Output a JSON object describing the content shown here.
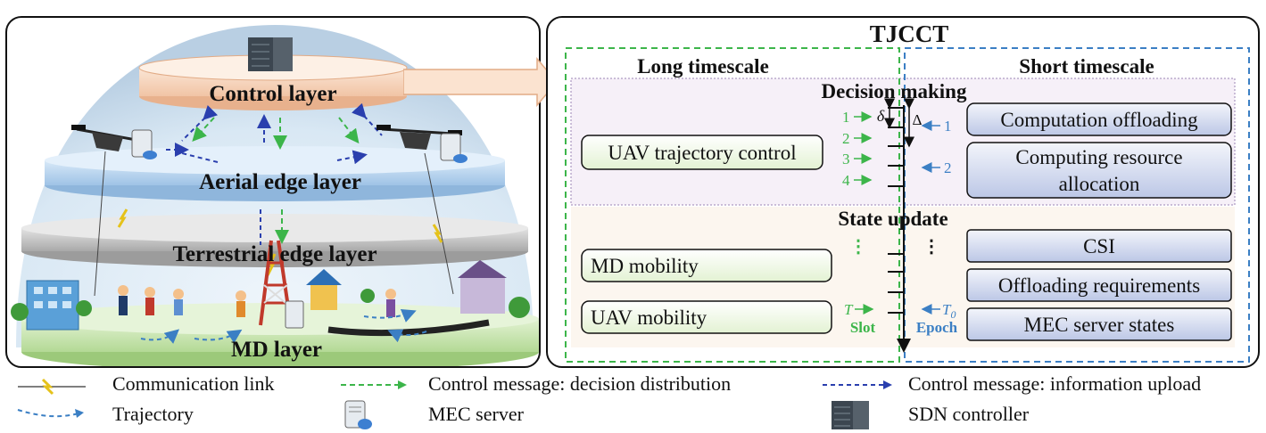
{
  "left": {
    "control_layer": "Control layer",
    "aerial_layer": "Aerial edge layer",
    "terrestrial_layer": "Terrestrial edge layer",
    "md_layer": "MD layer"
  },
  "right": {
    "title": "TJCCT",
    "long_timescale": "Long timescale",
    "short_timescale": "Short timescale",
    "decision_making": "Decision making",
    "state_update": "State update",
    "uav_trajectory_control": "UAV trajectory control",
    "md_mobility": "MD mobility",
    "uav_mobility": "UAV mobility",
    "computation_offloading": "Computation offloading",
    "computing_resource_allocation_l1": "Computing resource",
    "computing_resource_allocation_l2": "allocation",
    "csi": "CSI",
    "offloading_requirements": "Offloading requirements",
    "mec_server_states": "MEC server states",
    "slot_numbers": [
      "1",
      "2",
      "3",
      "4"
    ],
    "epoch_numbers": [
      "1",
      "2"
    ],
    "delta_small": "δ",
    "delta_big": "Δ",
    "t_label": "T",
    "t0_label": "T",
    "t0_sub": "0",
    "slot_label": "Slot",
    "epoch_label": "Epoch",
    "vertical_dots": "⋮"
  },
  "legend": {
    "communication_link": "Communication link",
    "control_decision": "Control message: decision distribution",
    "control_upload": "Control message: information upload",
    "trajectory": "Trajectory",
    "mec_server": "MEC server",
    "sdn_controller": "SDN controller"
  },
  "colors": {
    "green_dash": "#3cb54a",
    "blue_dash": "#2a3fae",
    "traj_blue": "#3b7fc4",
    "pink_layer": "#f7d9c4",
    "aerial_layer": "#bcd7ef",
    "terrestrial_layer": "#c9c9c9",
    "md_layer": "#cfe8b8"
  }
}
